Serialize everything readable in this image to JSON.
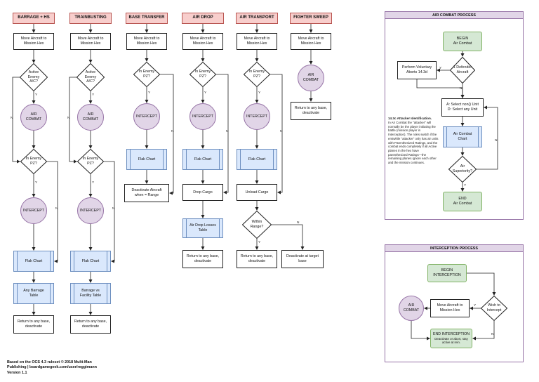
{
  "columns": [
    {
      "header": "BARRAGE + HS",
      "mission": "Move Aircraft to\nMission Hex",
      "q1": "Active\nEnemy\nA/C?",
      "combat": "AIR\nCOMBAT",
      "q2": "In Enemy\nPZ?",
      "intercept": "INTERCEPT",
      "flak": "Flak Chart",
      "table": "Any Barrage\nTable",
      "end": "Return to any base,\ndeactivate"
    },
    {
      "header": "TRAINBUSTING",
      "mission": "Move Aircraft to\nMission Hex",
      "q1": "Active\nEnemy\nA/C?",
      "combat": "AIR\nCOMBAT",
      "q2": "In Enemy\nPZ?",
      "intercept": "INTERCEPT",
      "flak": "Flak Chart",
      "table": "Barrage vs\nFacility Table",
      "end": "Return to any base,\ndeactivate"
    },
    {
      "header": "BASE TRANSFER",
      "mission": "Move Aircraft to\nMission Hex",
      "q1": "In Enemy\nPZ?",
      "intercept": "INTERCEPT",
      "flak": "Flak Chart",
      "end": "Deactivate Aircraft\nwhen = Range"
    },
    {
      "header": "AIR DROP",
      "mission": "Move Aircraft to\nMission Hex",
      "q1": "In Enemy\nPZ?",
      "intercept": "INTERCEPT",
      "flak": "Flak Chart",
      "drop": "Drop Cargo",
      "table": "Air Drop Losses\nTable",
      "end": "Return to any base,\ndeactivate"
    },
    {
      "header": "AIR TRANSPORT",
      "mission": "Move Aircraft to\nMission Hex",
      "q1": "In Enemy\nPZ?",
      "intercept": "INTERCEPT",
      "flak": "Flak Chart",
      "unload": "Unload Cargo",
      "q2": "Within\nRange?",
      "end": "Return to any base,\ndeactivate",
      "alt": "Deactivate at target\nbase"
    },
    {
      "header": "FIGHTER SWEEP",
      "mission": "Move Aircraft to\nMission Hex",
      "combat": "AIR\nCOMBAT",
      "end": "Return to any base,\ndeactivate"
    }
  ],
  "yes_label": "Y",
  "no_label": "N",
  "air_combat_process": {
    "title": "AIR COMBAT PROCESS",
    "begin": "BEGIN\nAir Combat",
    "voluntary": "Perform Voluntary\nAborts 14.3d",
    "q_defender": "1 Defender\nAircraft",
    "select": "A: Select non() Unit\nD: Select any Unit",
    "chart": "Air Combat\nChart",
    "q_superiority": "Air\nSuperiority?",
    "end": "END\nAir Combat",
    "note_title": "14.3c Attacker Identification.",
    "note_body": "In Air Combat the \"attacker\" will normally be the player initiating the battle (mission player in Interception). The roles switch if the erstwhile \"attacker\" only has air units with Parenthesized Ratings, and the combat ends completely if all Active planes in the hex have parenthesized Ratings—the remaining planes ignore each other and the mission continues."
  },
  "interception_process": {
    "title": "INTERCEPTION PROCESS",
    "begin": "BEGIN\nINTERCEPTION",
    "q_wish": "Wish to\nIntercept",
    "move": "Move Aircraft to\nMission Hex",
    "combat": "AIR\nCOMBAT",
    "end_title": "END INTERCEPTION",
    "end_body": "Deactivate or abort, stay\nactive at rein."
  },
  "credit": "Based on the OCS 4.3 ruleset © 2018 Multi-Man\nPublishing | boardgamegeek.com/user/reggimann\nVersion 1.1"
}
